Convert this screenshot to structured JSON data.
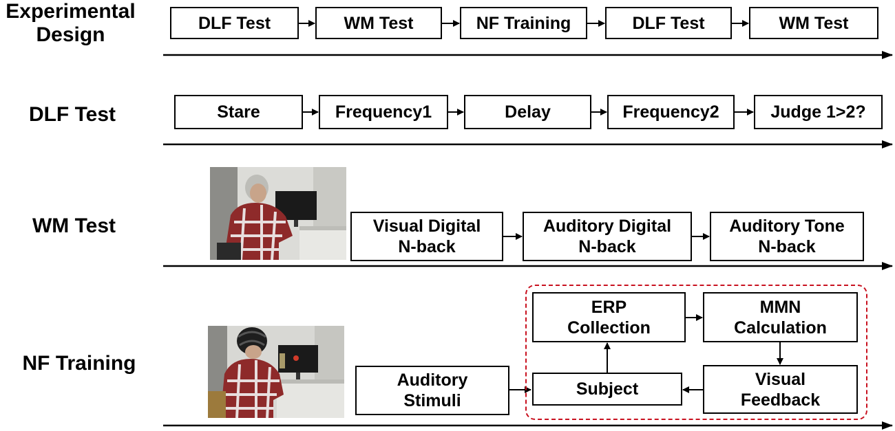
{
  "rows": {
    "design": {
      "label": "Experimental\nDesign",
      "steps": [
        "DLF Test",
        "WM Test",
        "NF Training",
        "DLF Test",
        "WM Test"
      ]
    },
    "dlf": {
      "label": "DLF Test",
      "steps": [
        "Stare",
        "Frequency1",
        "Delay",
        "Frequency2",
        "Judge 1>2?"
      ]
    },
    "wm": {
      "label": "WM Test",
      "steps": [
        "Visual Digital\nN-back",
        "Auditory Digital\nN-back",
        "Auditory Tone\nN-back"
      ]
    },
    "nf": {
      "label": "NF Training",
      "stimuli": "Auditory\nStimuli",
      "loop": {
        "erp": "ERP\nCollection",
        "mmn": "MMN\nCalculation",
        "feedback": "Visual\nFeedback",
        "subject": "Subject"
      }
    }
  },
  "colors": {
    "line": "#000000",
    "loop_border": "#c8101e"
  },
  "icons": {
    "photo_wm": "participant-at-monitor-photo",
    "photo_nf": "participant-eeg-cap-photo"
  }
}
